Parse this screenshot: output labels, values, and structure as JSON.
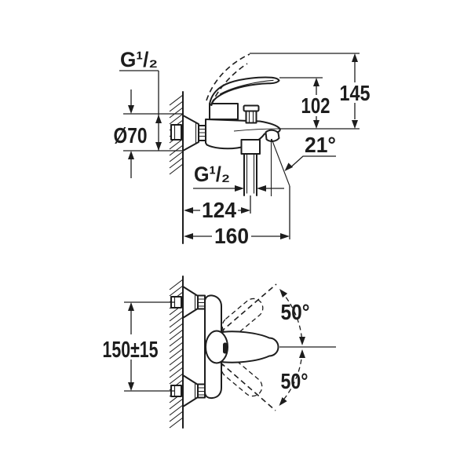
{
  "figure": {
    "background": "#ffffff",
    "line_color": "#1d1d1d",
    "type": "technical-dimension-drawing"
  },
  "side_view": {
    "dimensions": {
      "inlet_thread": "G¹/₂",
      "flange_diameter": "Ø70",
      "spout_to_lever_height": "102",
      "overall_height": "145",
      "spout_angle": "21°",
      "outlet_thread": "G¹/₂",
      "wall_to_outlet": "124",
      "wall_to_spout": "160"
    }
  },
  "front_view": {
    "dimensions": {
      "mounting_height": "150±15",
      "lever_swing_up": "50°",
      "lever_swing_down": "50°"
    }
  }
}
